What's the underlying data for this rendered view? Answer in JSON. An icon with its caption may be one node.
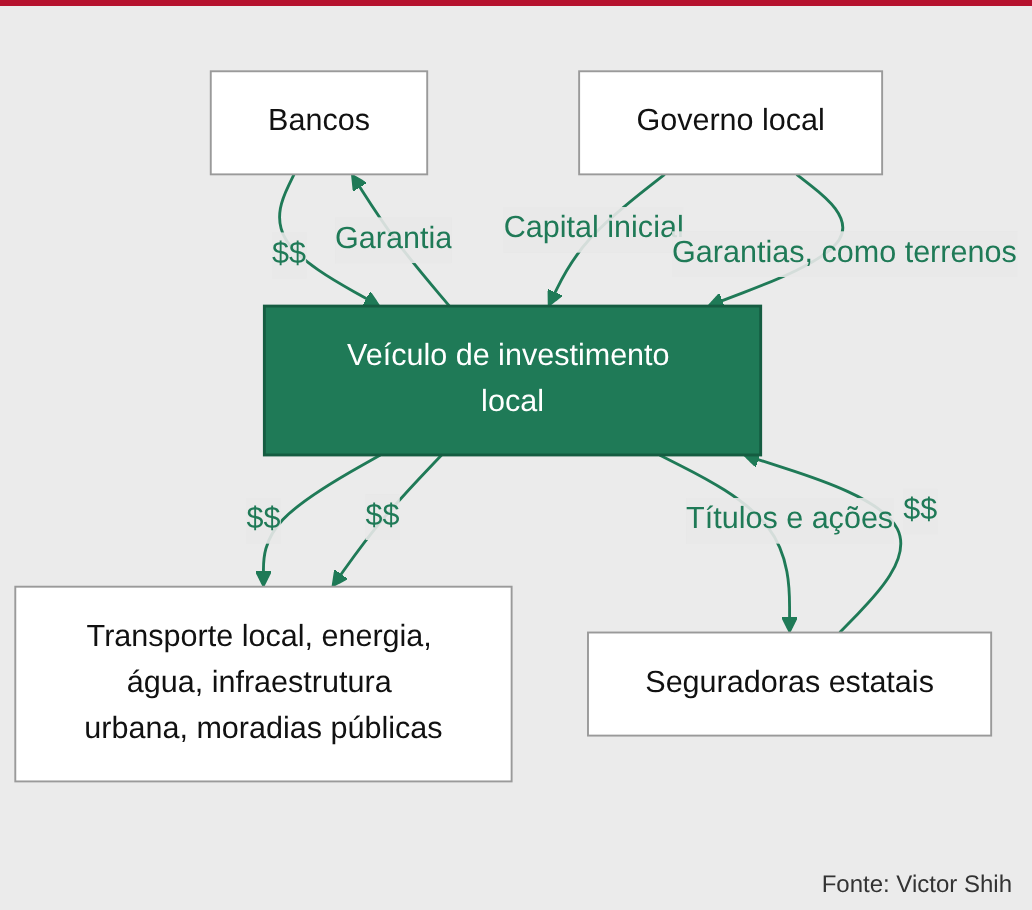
{
  "diagram": {
    "caption": "Fonte: Victor Shih",
    "nodes": [
      {
        "text": [
          "Bancos"
        ]
      },
      {
        "text": [
          "Transporte local, energia, água, infraestrutura urbana, moradias públicas"
        ]
      },
      {
        "text": [
          "Veículo de investimento local"
        ]
      },
      {
        "text": [
          "Governo local"
        ]
      },
      {
        "text": [
          "Seguradoras estatais"
        ]
      }
    ],
    "edges": [
      {
        "from": 2,
        "to": 0,
        "arrow": "to",
        "label": "Garantia"
      },
      {
        "from": 0,
        "to": 2,
        "arrow": "to",
        "label": "$$"
      },
      {
        "from": 2,
        "to": 1,
        "arrow": "to",
        "label": "$$"
      },
      {
        "from": 2,
        "to": 1,
        "arrow": "to",
        "label": "$$"
      },
      {
        "from": 3,
        "to": 2,
        "arrow": "to",
        "label": "Capital inicial"
      },
      {
        "from": 3,
        "to": 2,
        "arrow": "to",
        "label": "Garantias, como terrenos"
      },
      {
        "from": 2,
        "to": 4,
        "arrow": "to",
        "label": "Títulos e ações"
      },
      {
        "from": 4,
        "to": 2,
        "arrow": "to",
        "label": "$$"
      }
    ]
  }
}
